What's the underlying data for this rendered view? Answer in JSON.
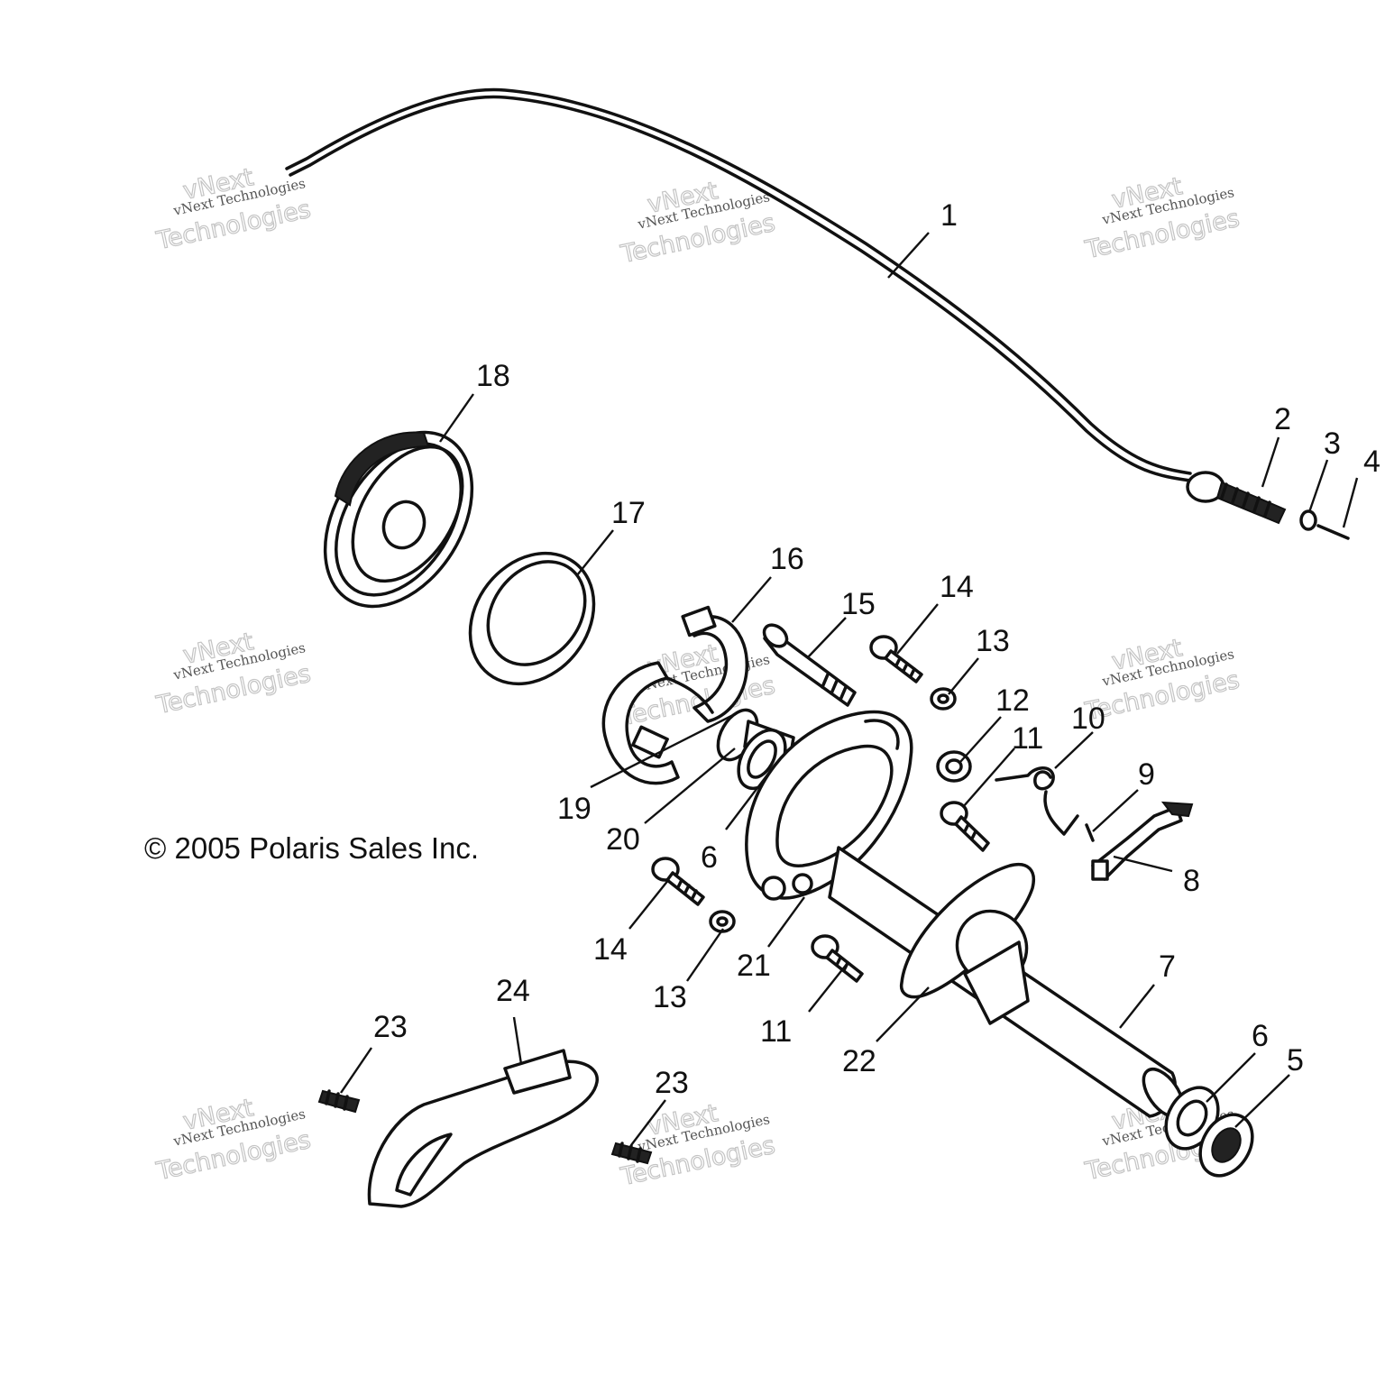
{
  "copyright": "© 2005 Polaris Sales Inc.",
  "watermark": {
    "line1": "vNext",
    "line2": "vNext Technologies",
    "line3": "Technologies"
  },
  "callouts": [
    {
      "id": "c1",
      "label": "1"
    },
    {
      "id": "c2",
      "label": "2"
    },
    {
      "id": "c3",
      "label": "3"
    },
    {
      "id": "c4",
      "label": "4"
    },
    {
      "id": "c5",
      "label": "5"
    },
    {
      "id": "c6a",
      "label": "6"
    },
    {
      "id": "c6b",
      "label": "6"
    },
    {
      "id": "c7",
      "label": "7"
    },
    {
      "id": "c8",
      "label": "8"
    },
    {
      "id": "c9",
      "label": "9"
    },
    {
      "id": "c10",
      "label": "10"
    },
    {
      "id": "c11a",
      "label": "11"
    },
    {
      "id": "c11b",
      "label": "11"
    },
    {
      "id": "c12",
      "label": "12"
    },
    {
      "id": "c13a",
      "label": "13"
    },
    {
      "id": "c13b",
      "label": "13"
    },
    {
      "id": "c14a",
      "label": "14"
    },
    {
      "id": "c14b",
      "label": "14"
    },
    {
      "id": "c15",
      "label": "15"
    },
    {
      "id": "c16",
      "label": "16"
    },
    {
      "id": "c17",
      "label": "17"
    },
    {
      "id": "c18",
      "label": "18"
    },
    {
      "id": "c19",
      "label": "19"
    },
    {
      "id": "c20",
      "label": "20"
    },
    {
      "id": "c21",
      "label": "21"
    },
    {
      "id": "c22",
      "label": "22"
    },
    {
      "id": "c23a",
      "label": "23"
    },
    {
      "id": "c23b",
      "label": "23"
    },
    {
      "id": "c24",
      "label": "24"
    }
  ]
}
